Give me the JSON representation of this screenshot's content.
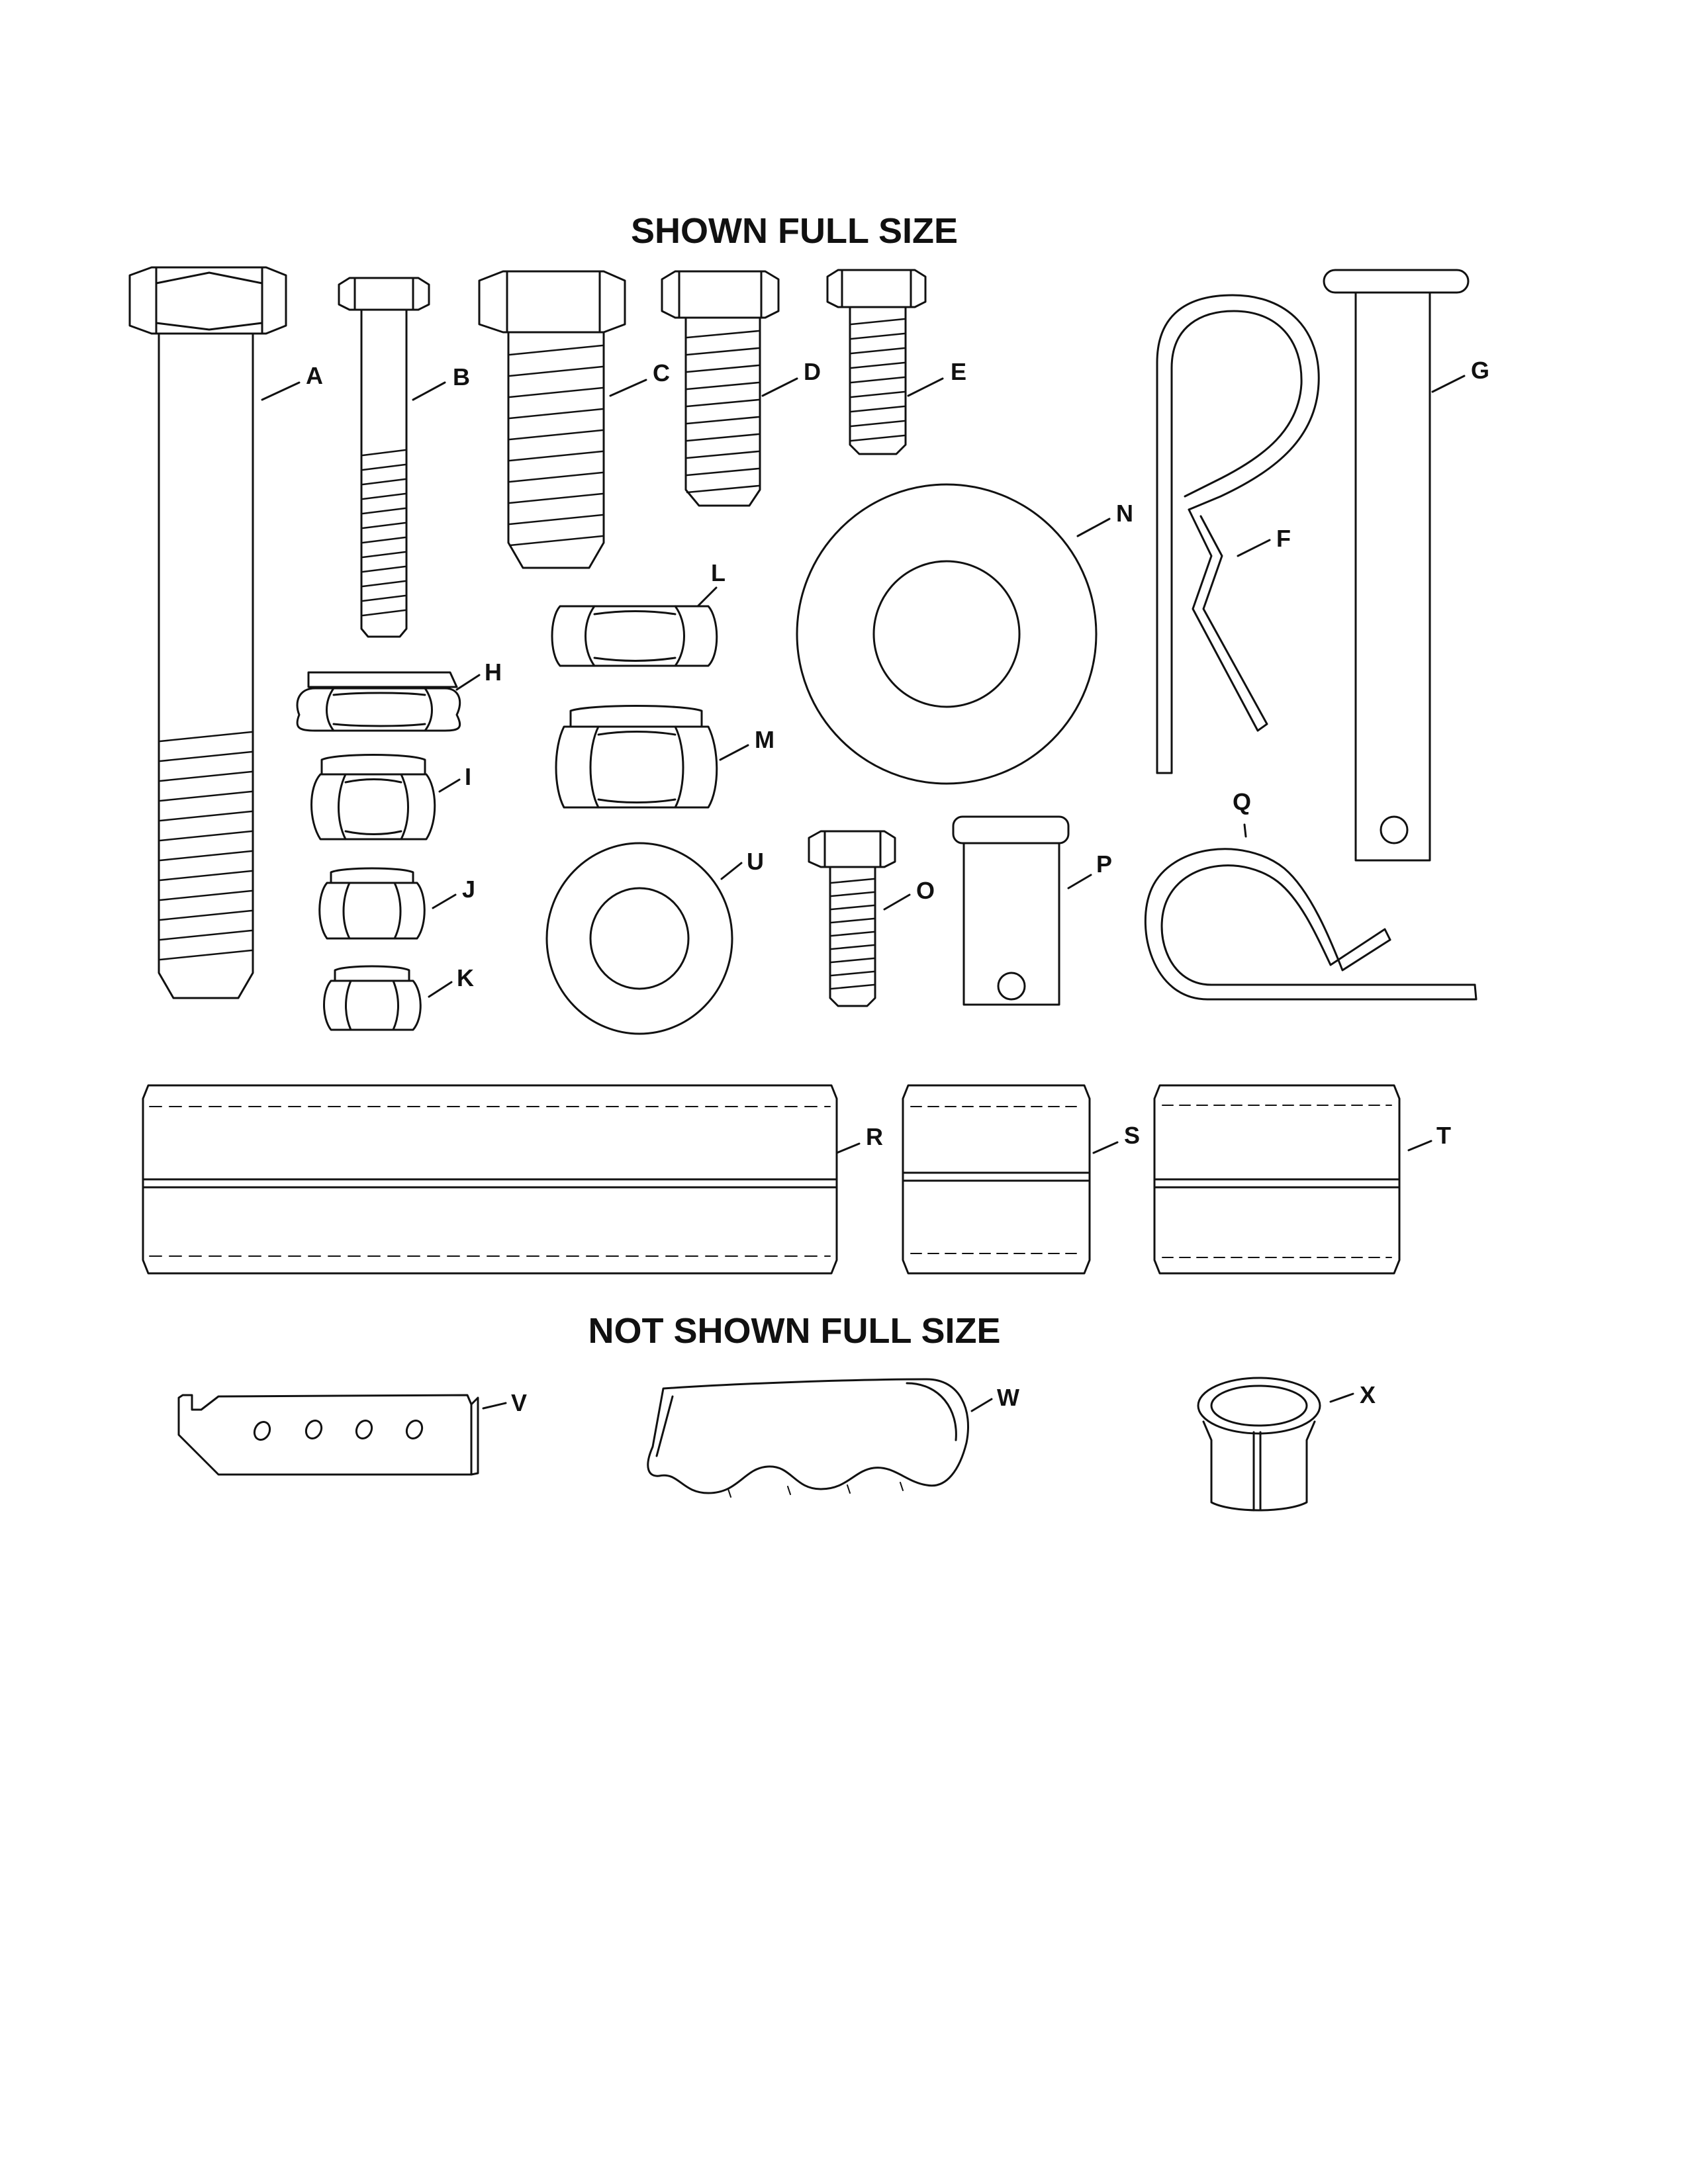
{
  "headings": {
    "shown_full_size": "SHOWN FULL SIZE",
    "not_shown_full_size": "NOT SHOWN FULL SIZE"
  },
  "labels": {
    "A": "A",
    "B": "B",
    "C": "C",
    "D": "D",
    "E": "E",
    "F": "F",
    "G": "G",
    "H": "H",
    "I": "I",
    "J": "J",
    "K": "K",
    "L": "L",
    "M": "M",
    "N": "N",
    "O": "O",
    "P": "P",
    "Q": "Q",
    "R": "R",
    "S": "S",
    "T": "T",
    "U": "U",
    "V": "V",
    "W": "W",
    "X": "X"
  },
  "colors": {
    "ink": "#111111",
    "paper": "#ffffff"
  }
}
